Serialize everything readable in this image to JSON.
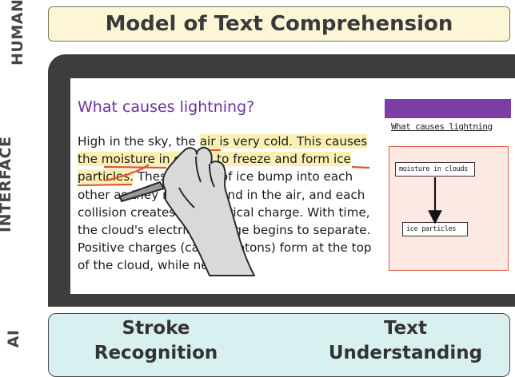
{
  "side_labels": {
    "human": "HUMAN",
    "interface": "INTERFACE",
    "ai": "AI"
  },
  "title": "Model of Text Comprehension",
  "document": {
    "heading": "What causes lightning?",
    "body_segments": [
      "High in the sky, the ",
      "air is very cold. This causes the moisture in clouds to freeze and form ice particles.",
      " These pieces of ice bump into each other as they move around in the air, and each collision creates an electrical charge. With time, the cloud's electrical charge begins to separate. Positive charges (called protons) form at the top of the cloud, while negative"
    ],
    "visible_body_lines": [
      "High in the sky, the air is very cold. This causes",
      "the moisture in clouds to freeze and form ice",
      "particles. These pieces of ice bump into each",
      "other as they move around in the air, and each",
      "collision creates an electrical charge. With",
      "time, the cloud's electrical charge begins to",
      "separate. Positive charges (called protons)",
      "form at the top of the cloud, while negative"
    ]
  },
  "side_panel": {
    "title": "What causes lightning",
    "concepts": [
      "moisture in clouds",
      "ice particles"
    ]
  },
  "ai_modules": [
    "Stroke Recognition",
    "Text Understanding"
  ],
  "colors": {
    "title_bg": "#fdf6d6",
    "highlight": "#fcefb4",
    "heading": "#7030a0",
    "panel_header": "#7b3fa3",
    "ink_stroke": "#e0572b",
    "ai_bg": "#d8f0ef",
    "device_frame": "#3d3d3d"
  },
  "icons": [
    "stylus-hand-icon"
  ]
}
